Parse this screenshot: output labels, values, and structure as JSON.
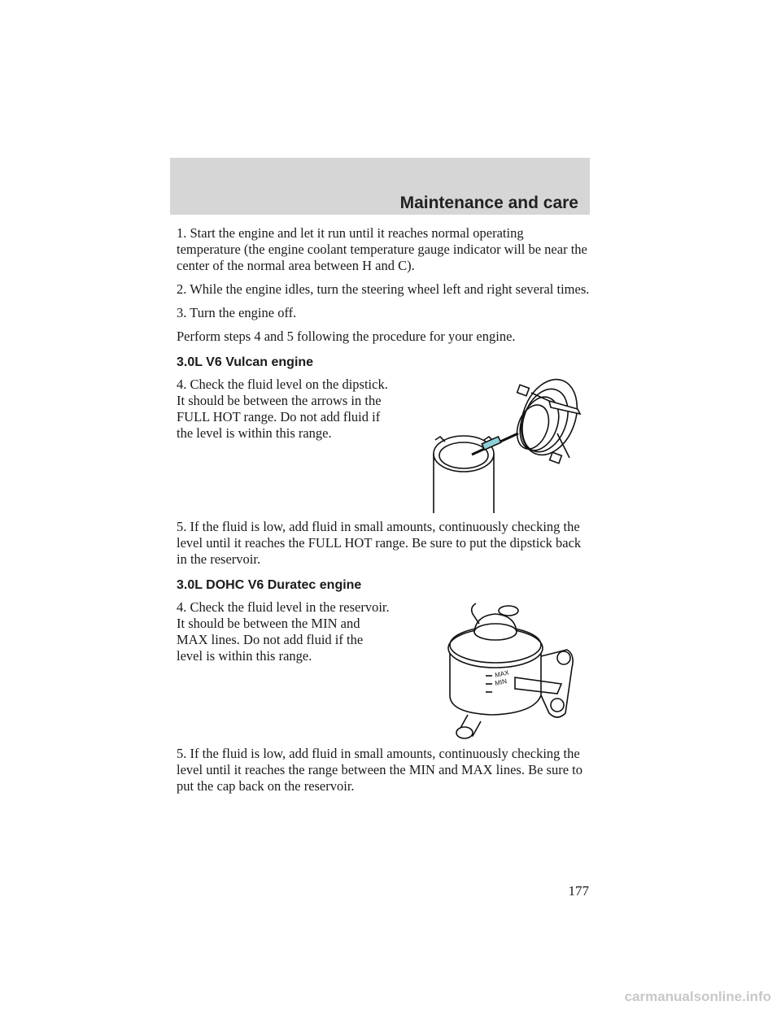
{
  "header": {
    "title": "Maintenance and care"
  },
  "steps_intro": [
    "1. Start the engine and let it run until it reaches normal operating temperature (the engine coolant temperature gauge indicator will be near the center of the normal area between H and C).",
    "2. While the engine idles, turn the steering wheel left and right several times.",
    "3. Turn the engine off.",
    "Perform steps 4 and 5 following the procedure for your engine."
  ],
  "vulcan": {
    "heading": "3.0L V6 Vulcan engine",
    "step4": "4. Check the fluid level on the dipstick. It should be between the arrows in the FULL HOT range. Do not add fluid if the level is within this range.",
    "step5": "5. If the fluid is low, add fluid in small amounts, continuously checking the level until it reaches the FULL HOT range. Be sure to put the dipstick back in the reservoir."
  },
  "duratec": {
    "heading": "3.0L DOHC V6 Duratec engine",
    "step4": "4. Check the fluid level in the reservoir. It should be between the MIN and MAX lines. Do not add fluid if the level is within this range.",
    "step5": "5. If the fluid is low, add fluid in small amounts, continuously checking the level until it reaches the range between the MIN and MAX lines. Be sure to put the cap back on the reservoir.",
    "label_max": "MAX",
    "label_min": "MIN"
  },
  "page_number": "177",
  "watermark": "carmanualsonline.info"
}
